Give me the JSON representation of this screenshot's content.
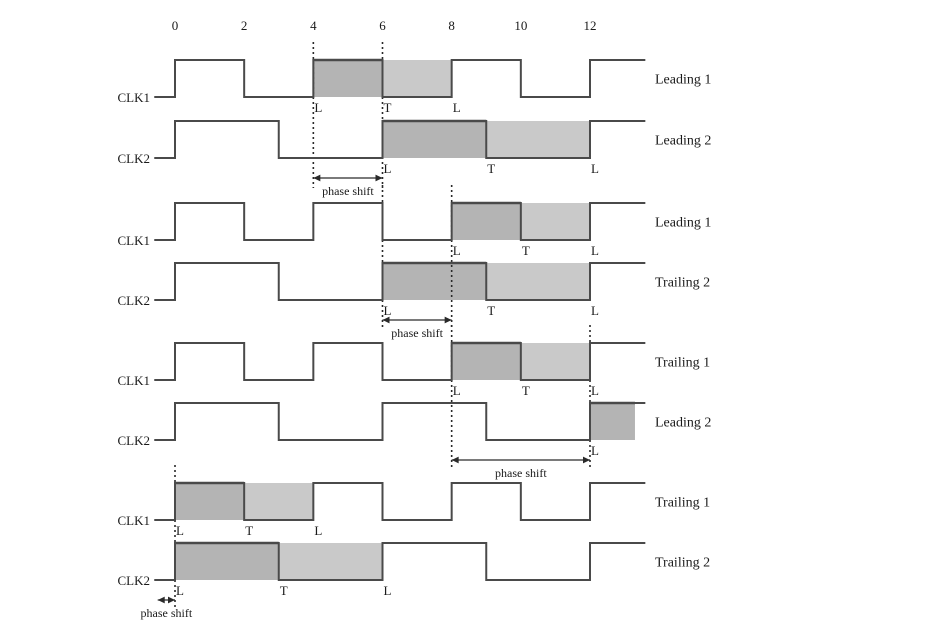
{
  "figure": {
    "type": "timing-diagram",
    "title": "",
    "axis": {
      "tick_values": [
        0,
        2,
        4,
        6,
        8,
        10,
        12
      ],
      "tick_labels": [
        "0",
        "2",
        "4",
        "6",
        "8",
        "10",
        "12"
      ],
      "x_min": -0.6,
      "x_max": 13.6,
      "units_per_tick": 2
    },
    "shading": {
      "dark_hex": "#b4b4b4",
      "light_hex": "#c9c9c9",
      "stroke_hex": "#4a4a4a"
    },
    "phase_shift_label": "phase shift",
    "signal_names": {
      "clk1": "CLK1",
      "clk2": "CLK2"
    },
    "edge_markers": {
      "leading": "L",
      "trailing": "T"
    },
    "groups": [
      {
        "id": "group-1",
        "rows": [
          {
            "id": "row-1",
            "signal": "CLK1",
            "right_label": "Leading 1",
            "period": 4,
            "transitions": [
              0,
              2,
              4,
              6,
              8,
              10,
              12
            ],
            "starts_low": true,
            "highlight_dark": [
              4,
              6
            ],
            "highlight_light": [
              6,
              8
            ],
            "edge_marks": [
              {
                "at": 4,
                "mark": "L"
              },
              {
                "at": 6,
                "mark": "T"
              },
              {
                "at": 8,
                "mark": "L"
              }
            ]
          },
          {
            "id": "row-2",
            "signal": "CLK2",
            "right_label": "Leading 2",
            "period": 6,
            "transitions": [
              0,
              3,
              6,
              9,
              12
            ],
            "starts_low": true,
            "highlight_dark": [
              6,
              9
            ],
            "highlight_light": [
              9,
              12
            ],
            "edge_marks": [
              {
                "at": 6,
                "mark": "L"
              },
              {
                "at": 9,
                "mark": "T"
              },
              {
                "at": 12,
                "mark": "L"
              }
            ]
          }
        ],
        "guides": [
          4,
          6
        ],
        "phase_shift": {
          "from": 4,
          "to": 6,
          "label": "phase shift"
        }
      },
      {
        "id": "group-2",
        "rows": [
          {
            "id": "row-3",
            "signal": "CLK1",
            "right_label": "Leading 1",
            "period": 4,
            "transitions": [
              0,
              2,
              4,
              6,
              8,
              10,
              12
            ],
            "starts_low": true,
            "highlight_dark": [
              8,
              10
            ],
            "highlight_light": [
              10,
              12
            ],
            "edge_marks": [
              {
                "at": 8,
                "mark": "L"
              },
              {
                "at": 10,
                "mark": "T"
              },
              {
                "at": 12,
                "mark": "L"
              }
            ]
          },
          {
            "id": "row-4",
            "signal": "CLK2",
            "right_label": "Trailing 2",
            "period": 6,
            "transitions": [
              0,
              3,
              6,
              9,
              12
            ],
            "starts_low": true,
            "highlight_dark": [
              6,
              9
            ],
            "highlight_light": [
              9,
              12
            ],
            "edge_marks": [
              {
                "at": 6,
                "mark": "L"
              },
              {
                "at": 9,
                "mark": "T"
              },
              {
                "at": 12,
                "mark": "L"
              }
            ]
          }
        ],
        "guides": [
          6,
          8
        ],
        "phase_shift": {
          "from": 6,
          "to": 8,
          "label": "phase shift"
        }
      },
      {
        "id": "group-3",
        "rows": [
          {
            "id": "row-5",
            "signal": "CLK1",
            "right_label": "Trailing 1",
            "period": 4,
            "transitions": [
              0,
              2,
              4,
              6,
              8,
              10,
              12
            ],
            "starts_low": true,
            "highlight_dark": [
              8,
              10
            ],
            "highlight_light": [
              10,
              12
            ],
            "edge_marks": [
              {
                "at": 8,
                "mark": "L"
              },
              {
                "at": 10,
                "mark": "T"
              },
              {
                "at": 12,
                "mark": "L"
              }
            ]
          },
          {
            "id": "row-6",
            "signal": "CLK2",
            "right_label": "Leading 2",
            "period": 6,
            "transitions": [
              0,
              3,
              6,
              9,
              12
            ],
            "starts_low": true,
            "highlight_dark": [
              12,
              13.3
            ],
            "highlight_light": [],
            "edge_marks": [
              {
                "at": 12,
                "mark": "L"
              }
            ]
          }
        ],
        "guides": [
          8,
          12
        ],
        "phase_shift": {
          "from": 8,
          "to": 12,
          "label": "phase shift"
        }
      },
      {
        "id": "group-4",
        "rows": [
          {
            "id": "row-7",
            "signal": "CLK1",
            "right_label": "Trailing 1",
            "period": 4,
            "transitions": [
              0,
              2,
              4,
              6,
              8,
              10,
              12
            ],
            "starts_low": true,
            "highlight_dark": [
              0,
              2
            ],
            "highlight_light": [
              2,
              4
            ],
            "edge_marks": [
              {
                "at": 0,
                "mark": "L"
              },
              {
                "at": 2,
                "mark": "T"
              },
              {
                "at": 4,
                "mark": "L"
              }
            ]
          },
          {
            "id": "row-8",
            "signal": "CLK2",
            "right_label": "Trailing 2",
            "period": 6,
            "transitions": [
              0,
              3,
              6,
              9,
              12
            ],
            "starts_low": true,
            "highlight_dark": [
              0,
              3
            ],
            "highlight_light": [
              3,
              6
            ],
            "edge_marks": [
              {
                "at": 0,
                "mark": "L"
              },
              {
                "at": 3,
                "mark": "T"
              },
              {
                "at": 6,
                "mark": "L"
              }
            ]
          }
        ],
        "guides": [
          0
        ],
        "phase_shift": {
          "from": -0.5,
          "to": 0,
          "label": "phase shift"
        }
      }
    ]
  }
}
